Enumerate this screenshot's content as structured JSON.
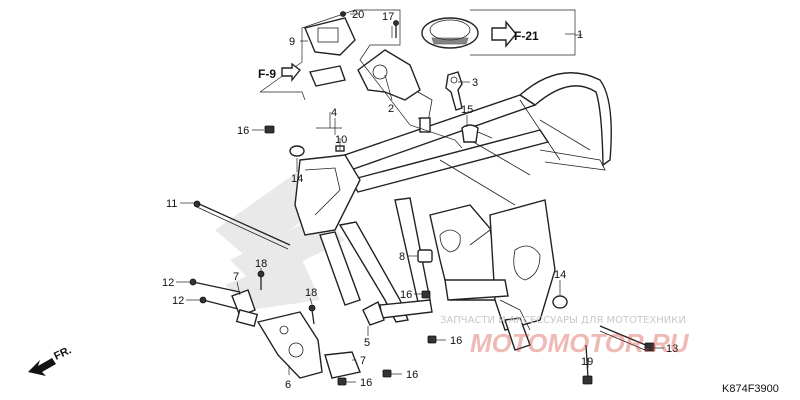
{
  "diagram": {
    "part_numbers": [
      "1",
      "2",
      "3",
      "4",
      "5",
      "6",
      "7",
      "7",
      "8",
      "9",
      "10",
      "11",
      "12",
      "12",
      "13",
      "14",
      "14",
      "15",
      "16",
      "16",
      "16",
      "16",
      "16",
      "17",
      "18",
      "18",
      "19",
      "20"
    ],
    "references": [
      "F-21",
      "F-9"
    ],
    "front_indicator": "FR.",
    "diagram_code": "K874F3900",
    "watermark": {
      "caption": "ЗАПЧАСТИ И АКСЕССУАРЫ ДЛЯ МОТОТЕХНИКИ",
      "logo": "MOTOMOTOR.RU"
    }
  }
}
